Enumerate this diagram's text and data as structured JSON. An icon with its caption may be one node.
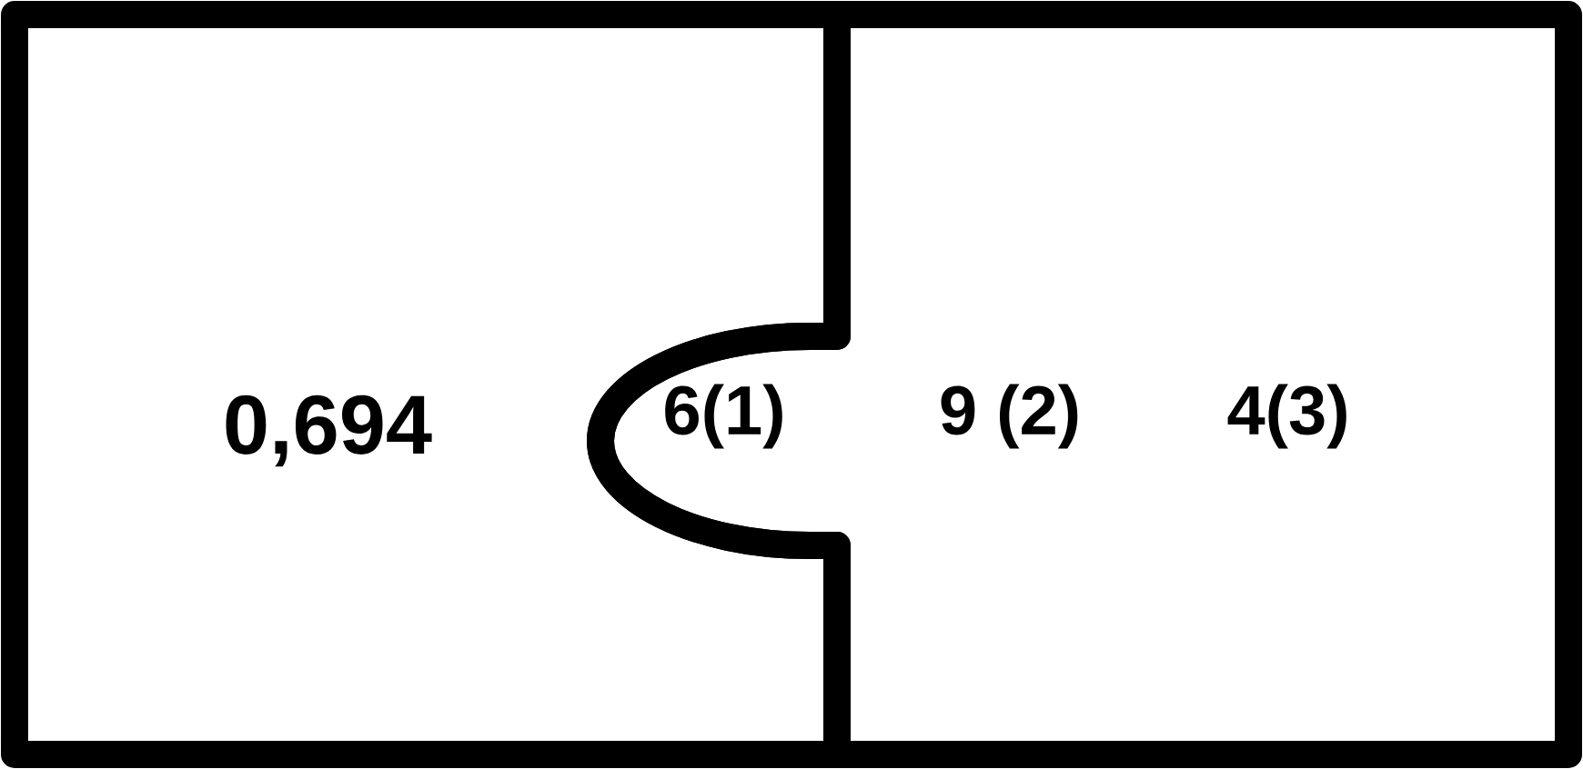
{
  "diagram": {
    "nodes": [
      {
        "text": [
          "0,694"
        ]
      },
      {
        "text": [
          "6(1)",
          "9 (2)",
          "4(3)"
        ]
      }
    ]
  }
}
